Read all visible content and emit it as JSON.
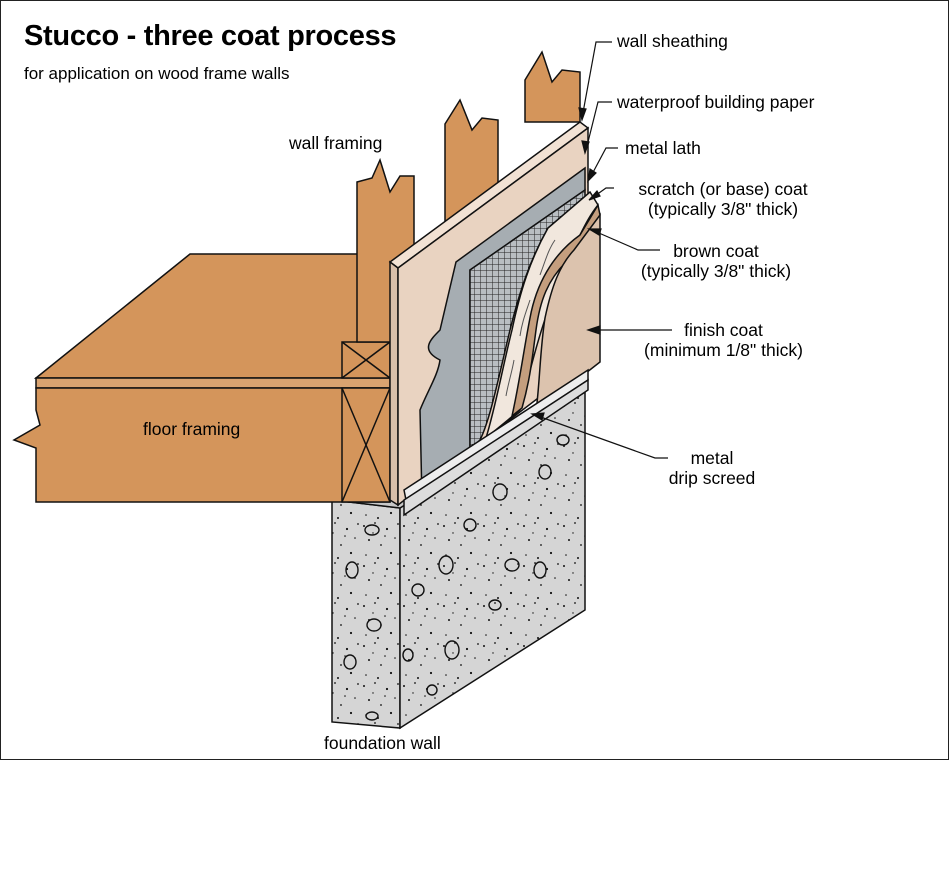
{
  "title": "Stucco - three coat process",
  "subtitle": "for application on wood frame walls",
  "labels": {
    "wall_sheathing": "wall sheathing",
    "building_paper": "waterproof building paper",
    "metal_lath": "metal lath",
    "scratch_coat": "scratch (or base) coat",
    "scratch_thick": "(typically 3/8\" thick)",
    "brown_coat": "brown coat",
    "brown_thick": "(typically 3/8\" thick)",
    "finish_coat": "finish coat",
    "finish_thick": "(minimum 1/8\" thick)",
    "drip_metal": "metal",
    "drip_screed": "drip screed",
    "wall_framing": "wall framing",
    "floor_framing": "floor framing",
    "foundation_wall": "foundation wall"
  },
  "colors": {
    "wood": "#d4955b",
    "sheathing": "#e9d3c1",
    "paper": "#a6adb2",
    "scratch": "#f1e7dd",
    "brown": "#c49e7e",
    "finish": "#dcc3ae",
    "concrete": "#d5d5d5"
  }
}
